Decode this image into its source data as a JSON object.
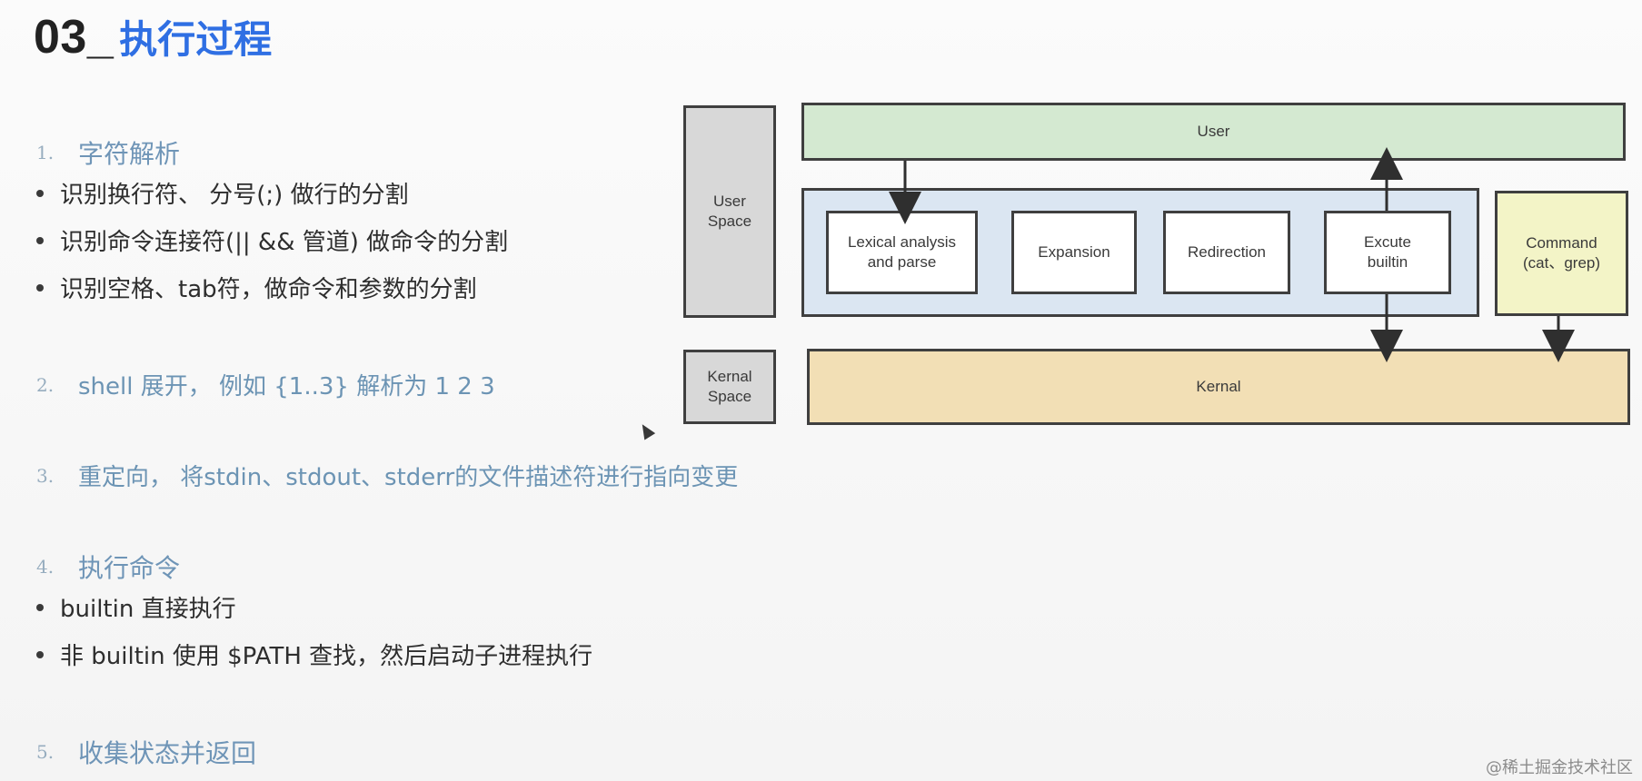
{
  "title": {
    "prefix": "03_",
    "main": "执行过程"
  },
  "sections": {
    "s1": {
      "number": "1.",
      "heading": "字符解析",
      "bullets": [
        "识别换行符、 分号(;) 做行的分割",
        "识别命令连接符(|| && 管道) 做命令的分割",
        "识别空格、tab符，做命令和参数的分割"
      ]
    },
    "s2": {
      "number": "2.",
      "text": "shell 展开， 例如 {1..3} 解析为  1 2 3"
    },
    "s3": {
      "number": "3.",
      "text": "重定向， 将stdin、stdout、stderr的文件描述符进行指向变更"
    },
    "s4": {
      "number": "4.",
      "heading": "执行命令",
      "bullets": [
        "builtin 直接执行",
        "非 builtin 使用 $PATH 查找，然后启动子进程执行"
      ]
    },
    "s5": {
      "number": "5.",
      "heading": "收集状态并返回"
    }
  },
  "diagram": {
    "labels": {
      "user_space": "User\nSpace",
      "kernal_space": "Kernal\nSpace",
      "user": "User",
      "kernal": "Kernal",
      "lexical": "Lexical analysis\nand parse",
      "expansion": "Expansion",
      "redirection": "Redirection",
      "builtin": "Excute\nbuiltin",
      "command": "Command\n(cat、grep)"
    },
    "colors": {
      "gray": "#d8d8d8",
      "green": "#d4e9d1",
      "blue": "#dbe6f2",
      "yellow": "#f3f4c7",
      "tan": "#f2dfb5",
      "title_blue": "#2f6fe3"
    }
  },
  "watermark": "@稀土掘金技术社区"
}
